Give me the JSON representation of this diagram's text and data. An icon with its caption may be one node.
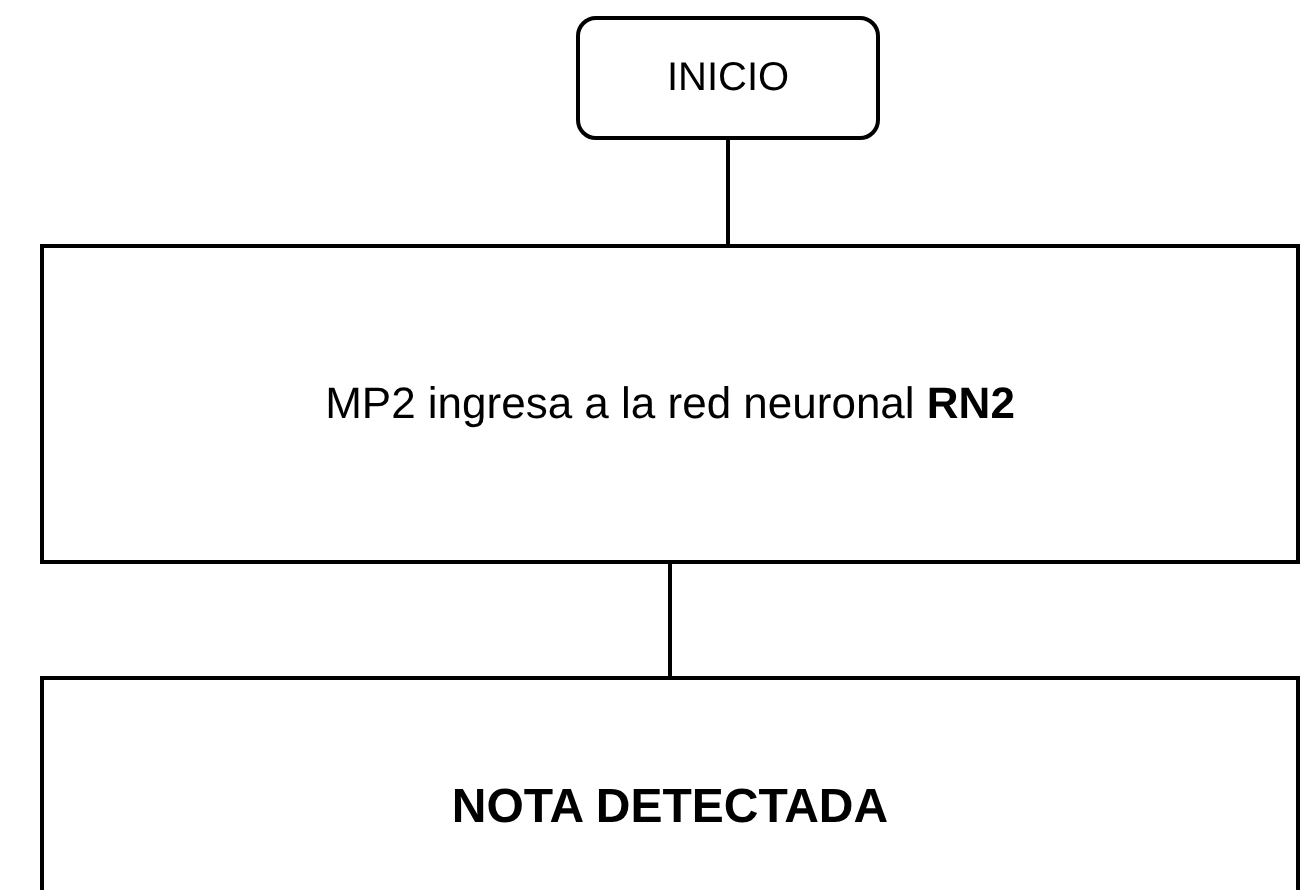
{
  "diagram": {
    "nodes": [
      {
        "text": [
          "INICIO"
        ]
      },
      {
        "text": [
          "MP2 ingresa a la red neuronal **RN2**"
        ]
      },
      {
        "text": [
          "NOTA DETECTADA"
        ]
      }
    ],
    "edges": [
      {
        "from": 0,
        "to": 1,
        "arrow": "none"
      },
      {
        "from": 1,
        "to": 2,
        "arrow": "none"
      }
    ]
  }
}
